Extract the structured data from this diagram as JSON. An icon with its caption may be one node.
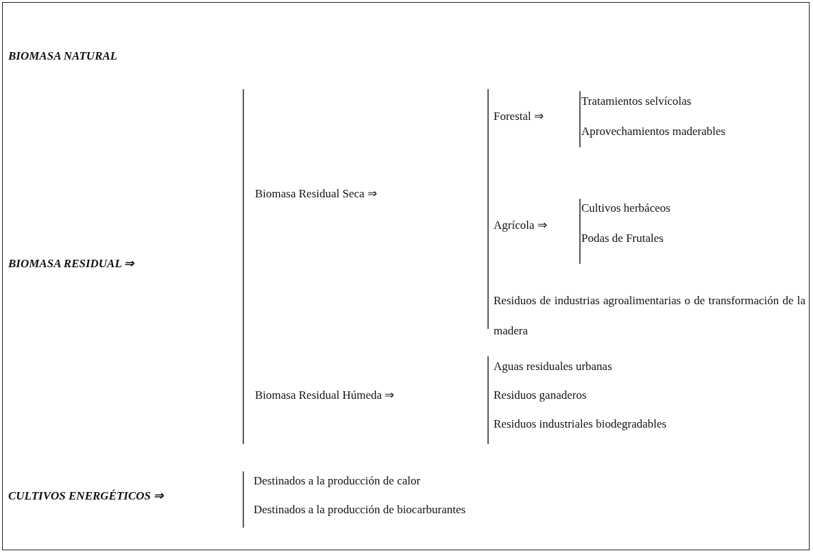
{
  "diagram": {
    "labels": [
      "BIOMASA NATURAL",
      "BIOMASA RESIDUAL ⇒",
      "Biomasa Residual Seca ⇒",
      "Forestal ⇒",
      "Tratamientos selvícolas",
      "Aprovechamientos maderables",
      "Agrícola ⇒",
      "Cultivos herbáceos",
      "Podas de Frutales",
      "Residuos de industrias agroalimentarias o de transformación de la madera",
      "Biomasa Residual Húmeda ⇒",
      "Aguas residuales urbanas",
      "Residuos ganaderos",
      "Residuos industriales biodegradables",
      "CULTIVOS ENERGÉTICOS ⇒",
      "Destinados a la producción de calor",
      "Destinados a la producción de biocarburantes"
    ]
  }
}
